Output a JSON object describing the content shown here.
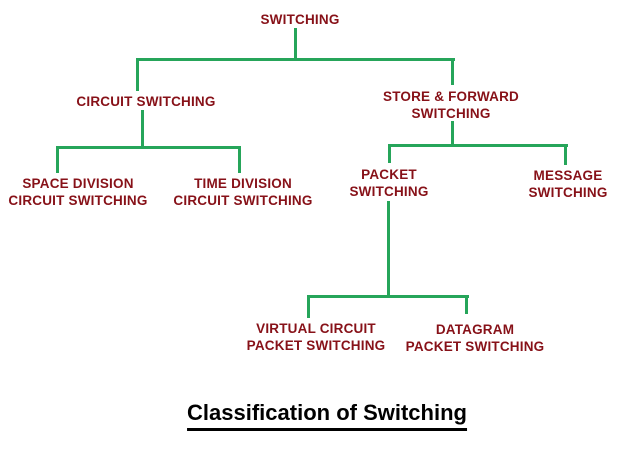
{
  "colors": {
    "line": "#26a55a",
    "node_text": "#871118",
    "title_text": "#000000",
    "background": "#ffffff"
  },
  "diagram": {
    "caption": "Classification of Switching",
    "root": {
      "label": "SWITCHING",
      "children": [
        {
          "label": "CIRCUIT SWITCHING",
          "children": [
            {
              "label": "SPACE DIVISION\nCIRCUIT SWITCHING",
              "children": []
            },
            {
              "label": "TIME DIVISION\nCIRCUIT SWITCHING",
              "children": []
            }
          ]
        },
        {
          "label": "STORE & FORWARD\nSWITCHING",
          "children": [
            {
              "label": "PACKET\nSWITCHING",
              "children": [
                {
                  "label": "VIRTUAL CIRCUIT\nPACKET SWITCHING",
                  "children": []
                },
                {
                  "label": "DATAGRAM\nPACKET SWITCHING",
                  "children": []
                }
              ]
            },
            {
              "label": "MESSAGE\nSWITCHING",
              "children": []
            }
          ]
        }
      ]
    }
  }
}
